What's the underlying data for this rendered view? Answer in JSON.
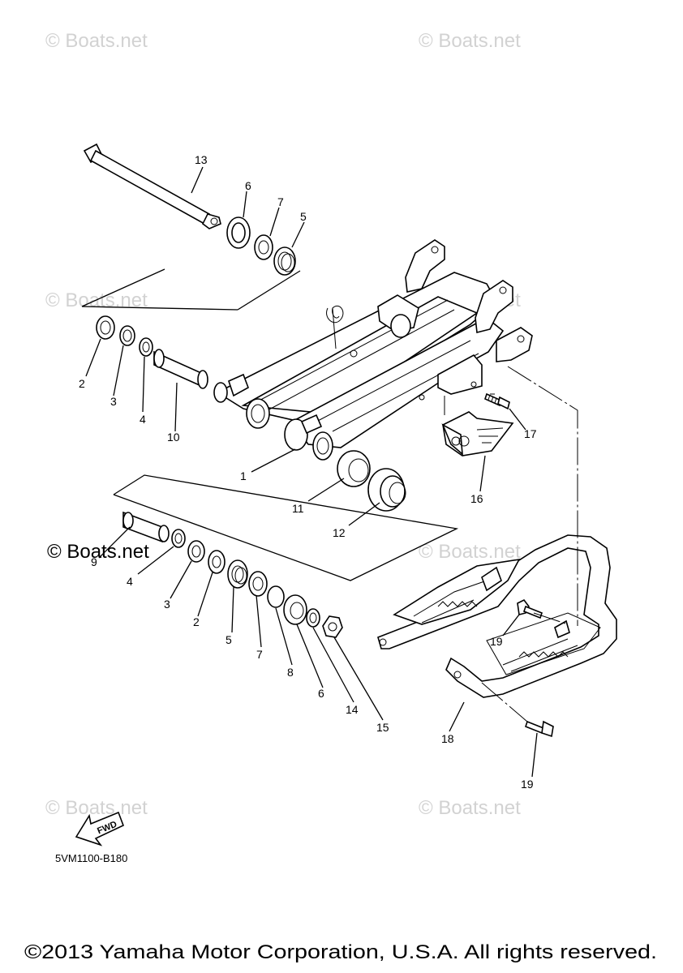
{
  "watermark": "© Boats.net",
  "diagram_code": "5VM1100-B180",
  "fwd_label": "FWD",
  "copyright": "©2013 Yamaha Motor Corporation, U.S.A. All rights reserved.",
  "callouts": [
    "13",
    "6",
    "7",
    "5",
    "2",
    "3",
    "4",
    "10",
    "1",
    "11",
    "12",
    "16",
    "17",
    "9",
    "4",
    "3",
    "2",
    "5",
    "7",
    "8",
    "6",
    "14",
    "15",
    "19",
    "19",
    "18"
  ]
}
